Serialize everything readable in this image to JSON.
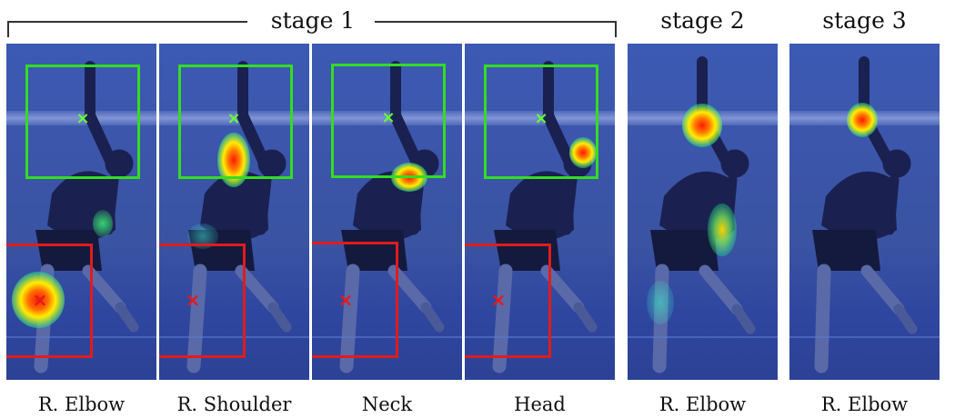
{
  "stage_titles": {
    "stage1": "stage 1",
    "stage2": "stage 2",
    "stage3": "stage 3"
  },
  "captions": [
    "R. Elbow",
    "R. Shoulder",
    "Neck",
    "Head",
    "R. Elbow",
    "R. Elbow"
  ],
  "marker_glyphs": {
    "green": "×",
    "red": "×"
  },
  "colors": {
    "target_box": "#33dd22",
    "context_box": "#e21b1b",
    "heat_hot": "#ff1a00",
    "heat_mid": "#ffee00",
    "heat_cool": "#22ee88",
    "background_overlay": "#3a53a2"
  }
}
